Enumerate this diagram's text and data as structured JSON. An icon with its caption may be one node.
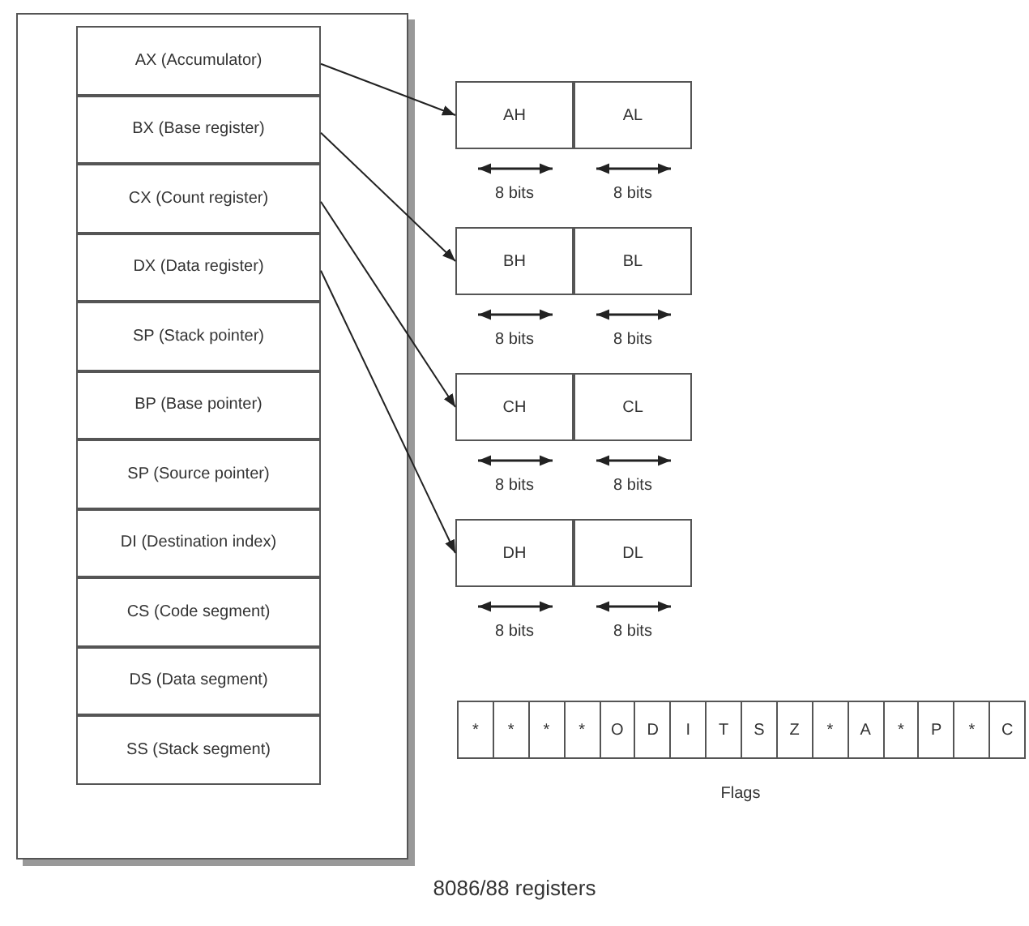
{
  "diagram": {
    "caption": "8086/88 registers",
    "nodes": [
      {
        "text": [],
        "shape": "box"
      },
      {
        "text": [
          "AX (Accumulator)"
        ],
        "in": 0
      },
      {
        "text": [
          "BX (Base register)"
        ],
        "in": 0
      },
      {
        "text": [
          "CX (Count register)"
        ],
        "in": 0
      },
      {
        "text": [
          "DX (Data register)"
        ],
        "in": 0
      },
      {
        "text": [
          "SP (Stack pointer)"
        ],
        "in": 0
      },
      {
        "text": [
          "BP (Base pointer)"
        ],
        "in": 0
      },
      {
        "text": [
          "SP (Source pointer)"
        ],
        "in": 0
      },
      {
        "text": [
          "DI (Destination index)"
        ],
        "in": 0
      },
      {
        "text": [
          "CS (Code segment)"
        ],
        "in": 0
      },
      {
        "text": [
          "DS (Data segment)"
        ],
        "in": 0
      },
      {
        "text": [
          "SS (Stack segment)"
        ],
        "in": 0
      },
      {
        "text": [
          "AH"
        ]
      },
      {
        "text": [
          "AL"
        ]
      },
      {
        "text": [
          "BH"
        ]
      },
      {
        "text": [
          "BL"
        ]
      },
      {
        "text": [
          "CH"
        ]
      },
      {
        "text": [
          "CL"
        ]
      },
      {
        "text": [
          "DH"
        ]
      },
      {
        "text": [
          "DL"
        ]
      }
    ],
    "edges": [
      {
        "from": 1,
        "to": 12,
        "arrow": "to"
      },
      {
        "from": 2,
        "to": 14,
        "arrow": "to"
      },
      {
        "from": 3,
        "to": 16,
        "arrow": "to"
      },
      {
        "from": 4,
        "to": 18,
        "arrow": "to"
      }
    ],
    "labels": [
      "8 bits",
      "8 bits",
      "8 bits",
      "8 bits",
      "8 bits",
      "8 bits",
      "8 bits",
      "8 bits",
      "*",
      "*",
      "*",
      "*",
      "O",
      "D",
      "I",
      "T",
      "S",
      "Z",
      "*",
      "A",
      "*",
      "P",
      "*",
      "C",
      "Flags"
    ]
  }
}
